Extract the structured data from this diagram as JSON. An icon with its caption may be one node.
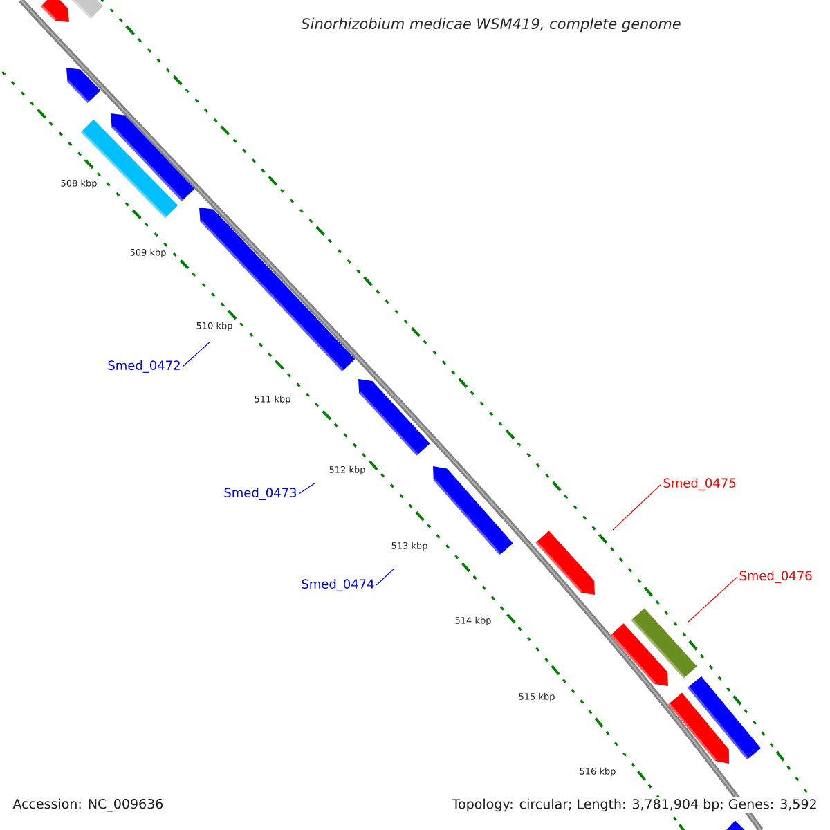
{
  "diagram": {
    "title": "Sinorhizobium medicae WSM419, complete genome",
    "nodes": [
      {
        "text": [
          "Smed_0472"
        ]
      },
      {
        "text": [
          "Smed_0473"
        ]
      },
      {
        "text": [
          "Smed_0474"
        ]
      },
      {
        "text": [
          "Smed_0475"
        ]
      },
      {
        "text": [
          "Smed_0476"
        ]
      }
    ],
    "edges": [
      {
        "from": 0,
        "to": null,
        "arrow": "none"
      },
      {
        "from": 1,
        "to": null,
        "arrow": "none"
      },
      {
        "from": 2,
        "to": null,
        "arrow": "none"
      },
      {
        "from": 3,
        "to": null,
        "arrow": "none",
        "color": "#ff0000"
      },
      {
        "from": 4,
        "to": null,
        "arrow": "none",
        "color": "#ff0000"
      }
    ],
    "labels": [
      "508 kbp",
      "509 kbp",
      "510 kbp",
      "511 kbp",
      "512 kbp",
      "513 kbp",
      "514 kbp",
      "515 kbp",
      "516 kbp",
      "Accession: NC_009636",
      "Topology: circular; Length: 3,781,904 bp; Genes: 3,592"
    ]
  }
}
